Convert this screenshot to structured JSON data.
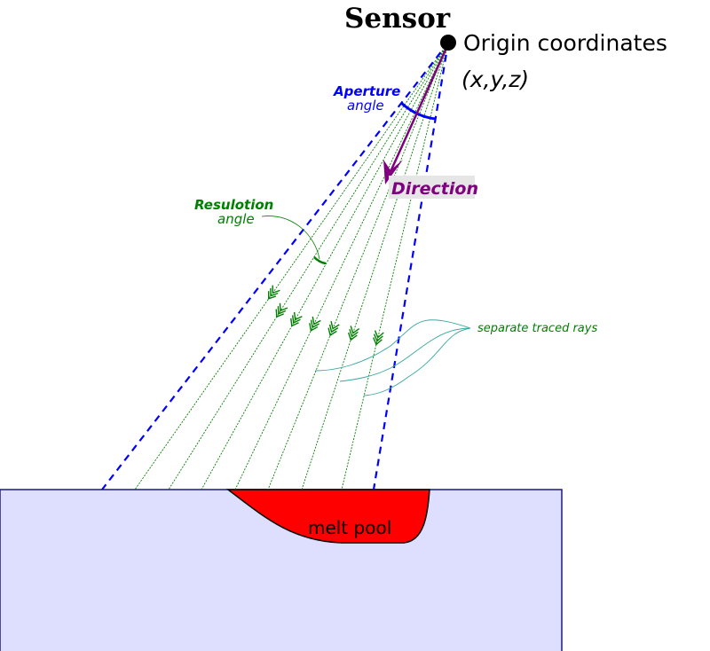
{
  "title": "Sensor",
  "origin": {
    "label": "Origin coordinates",
    "coords": "(x,y,z)"
  },
  "aperture": {
    "title": "Aperture",
    "sub": "angle"
  },
  "direction": "Direction",
  "resolution": {
    "title": "Resulotion",
    "sub": "angle"
  },
  "rays_label": "separate traced rays",
  "melt_pool": "melt pool",
  "colors": {
    "aperture": "#0000ff",
    "rays": "#008000",
    "direction": "#800080",
    "substrate": "#dedeff",
    "melt_pool": "#ff0000",
    "annot": "#3aa8a0"
  }
}
